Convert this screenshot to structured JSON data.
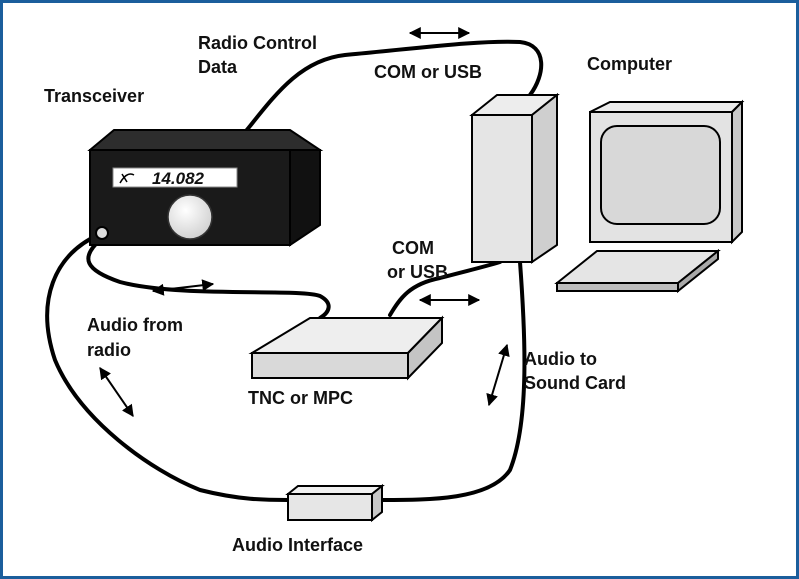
{
  "colors": {
    "border": "#1b5e9c",
    "cable": "#000000"
  },
  "labels": {
    "radio_control_line1": "Radio Control",
    "radio_control_line2": "Data",
    "com_usb_top": "COM or USB",
    "computer": "Computer",
    "transceiver": "Transceiver",
    "com_mid_line1": "COM",
    "com_mid_line2": "or USB",
    "audio_from_line1": "Audio from",
    "audio_from_line2": "radio",
    "audio_to_line1": "Audio to",
    "audio_to_line2": "Sound Card",
    "tnc": "TNC or MPC",
    "audio_interface": "Audio Interface"
  },
  "transceiver": {
    "frequency": "14.082"
  }
}
